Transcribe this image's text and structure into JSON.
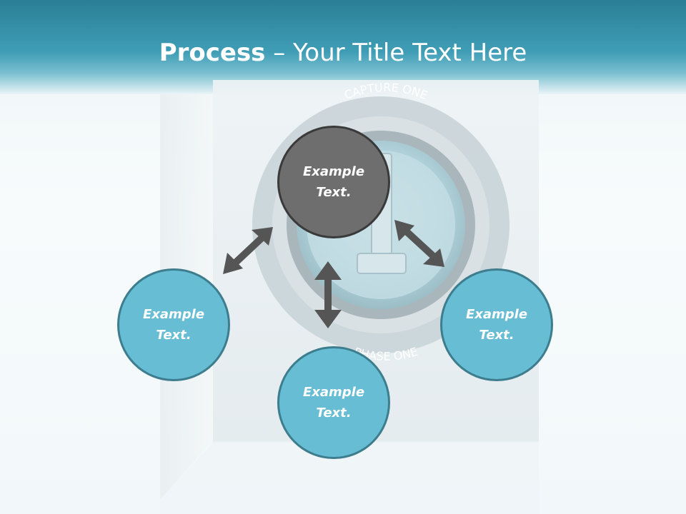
{
  "title": {
    "bold": "Process",
    "rest": " – Your Title Text Here"
  },
  "background_art": {
    "ring_top_text": "CAPTURE ONE",
    "ring_bottom_text": "PHASE ONE"
  },
  "nodes": {
    "top": {
      "line1": "Example",
      "line2": "Text."
    },
    "left": {
      "line1": "Example",
      "line2": "Text."
    },
    "bottom": {
      "line1": "Example",
      "line2": "Text."
    },
    "right": {
      "line1": "Example",
      "line2": "Text."
    }
  },
  "colors": {
    "header": "#3e9db5",
    "node_blue": "#66bdd4",
    "node_gray": "#6e6e6e",
    "arrow": "#555555"
  }
}
